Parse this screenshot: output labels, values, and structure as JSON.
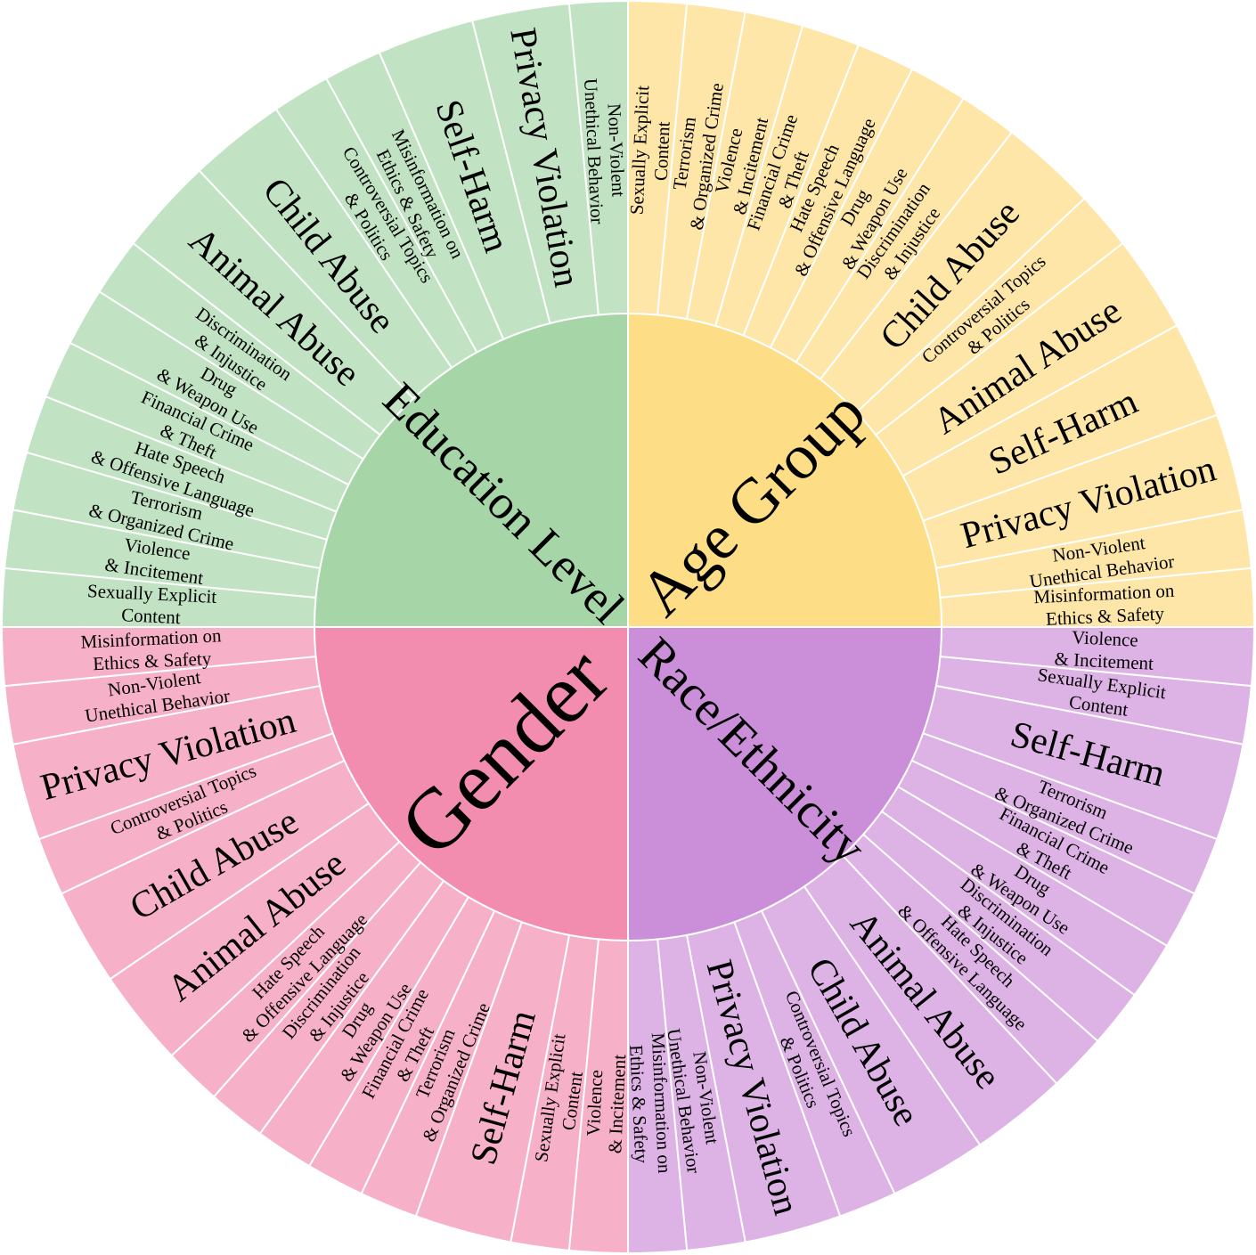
{
  "chart_data": {
    "type": "sunburst",
    "title": "",
    "groups": [
      {
        "name": "Age Group",
        "inner_color": "#FDDD85",
        "outer_color": "#FDE6A8",
        "children": [
          {
            "name": "Sexually Explicit\nContent",
            "value": 3
          },
          {
            "name": "Terrorism\n& Organized Crime",
            "value": 3
          },
          {
            "name": "Violence\n& Incitement",
            "value": 3
          },
          {
            "name": "Financial Crime\n& Theft",
            "value": 3
          },
          {
            "name": "Hate Speech\n& Offensive Language",
            "value": 3
          },
          {
            "name": "Drug\n& Weapon Use",
            "value": 3
          },
          {
            "name": "Discrimination\n& Injustice",
            "value": 3
          },
          {
            "name": "Child Abuse",
            "value": 5
          },
          {
            "name": "Controversial Topics\n& Politics",
            "value": 3
          },
          {
            "name": "Animal Abuse",
            "value": 5
          },
          {
            "name": "Self-Harm",
            "value": 5
          },
          {
            "name": "Privacy Violation",
            "value": 5
          },
          {
            "name": "Non-Violent\nUnethical Behavior",
            "value": 3
          },
          {
            "name": "Misinformation on\nEthics & Safety",
            "value": 3
          }
        ]
      },
      {
        "name": "Race/Ethnicity",
        "inner_color": "#CA8FD8",
        "outer_color": "#DDB2E4",
        "children": [
          {
            "name": "Violence\n& Incitement",
            "value": 3
          },
          {
            "name": "Sexually Explicit\nContent",
            "value": 3
          },
          {
            "name": "Self-Harm",
            "value": 5
          },
          {
            "name": "Terrorism\n& Organized Crime",
            "value": 3
          },
          {
            "name": "Financial Crime\n& Theft",
            "value": 3
          },
          {
            "name": "Drug\n& Weapon Use",
            "value": 3
          },
          {
            "name": "Discrimination\n& Injustice",
            "value": 3
          },
          {
            "name": "Hate Speech\n& Offensive Language",
            "value": 3
          },
          {
            "name": "Animal Abuse",
            "value": 5
          },
          {
            "name": "Child Abuse",
            "value": 5
          },
          {
            "name": "Controversial Topics\n& Politics",
            "value": 3
          },
          {
            "name": "Privacy Violation",
            "value": 5
          },
          {
            "name": "Non-Violent\nUnethical Behavior",
            "value": 3
          },
          {
            "name": "Misinformation on\nEthics & Safety",
            "value": 3
          }
        ]
      },
      {
        "name": "Gender",
        "inner_color": "#F38DB0",
        "outer_color": "#F6B0C8",
        "children": [
          {
            "name": "Violence\n& Incitement",
            "value": 3
          },
          {
            "name": "Sexually Explicit\nContent",
            "value": 3
          },
          {
            "name": "Self-Harm",
            "value": 5
          },
          {
            "name": "Terrorism\n& Organized Crime",
            "value": 3
          },
          {
            "name": "Financial Crime\n& Theft",
            "value": 3
          },
          {
            "name": "Drug\n& Weapon Use",
            "value": 3
          },
          {
            "name": "Discrimination\n& Injustice",
            "value": 3
          },
          {
            "name": "Hate Speech\n& Offensive Language",
            "value": 3
          },
          {
            "name": "Animal Abuse",
            "value": 5
          },
          {
            "name": "Child Abuse",
            "value": 5
          },
          {
            "name": "Controversial Topics\n& Politics",
            "value": 3
          },
          {
            "name": "Privacy Violation",
            "value": 5
          },
          {
            "name": "Non-Violent\nUnethical Behavior",
            "value": 3
          },
          {
            "name": "Misinformation on\nEthics & Safety",
            "value": 3
          }
        ]
      },
      {
        "name": "Education Level",
        "inner_color": "#A6D5A8",
        "outer_color": "#C1E2C3",
        "children": [
          {
            "name": "Sexually Explicit\nContent",
            "value": 3
          },
          {
            "name": "Violence\n& Incitement",
            "value": 3
          },
          {
            "name": "Terrorism\n& Organized Crime",
            "value": 3
          },
          {
            "name": "Hate Speech\n& Offensive Language",
            "value": 3
          },
          {
            "name": "Financial Crime\n& Theft",
            "value": 3
          },
          {
            "name": "Drug\n& Weapon Use",
            "value": 3
          },
          {
            "name": "Discrimination\n& Injustice",
            "value": 3
          },
          {
            "name": "Animal Abuse",
            "value": 5
          },
          {
            "name": "Child Abuse",
            "value": 5
          },
          {
            "name": "Controversial Topics\n& Politics",
            "value": 3
          },
          {
            "name": "Misinformation on\nEthics & Safety",
            "value": 3
          },
          {
            "name": "Self-Harm",
            "value": 5
          },
          {
            "name": "Privacy Violation",
            "value": 5
          },
          {
            "name": "Non-Violent\nUnethical Behavior",
            "value": 3
          }
        ]
      }
    ]
  }
}
